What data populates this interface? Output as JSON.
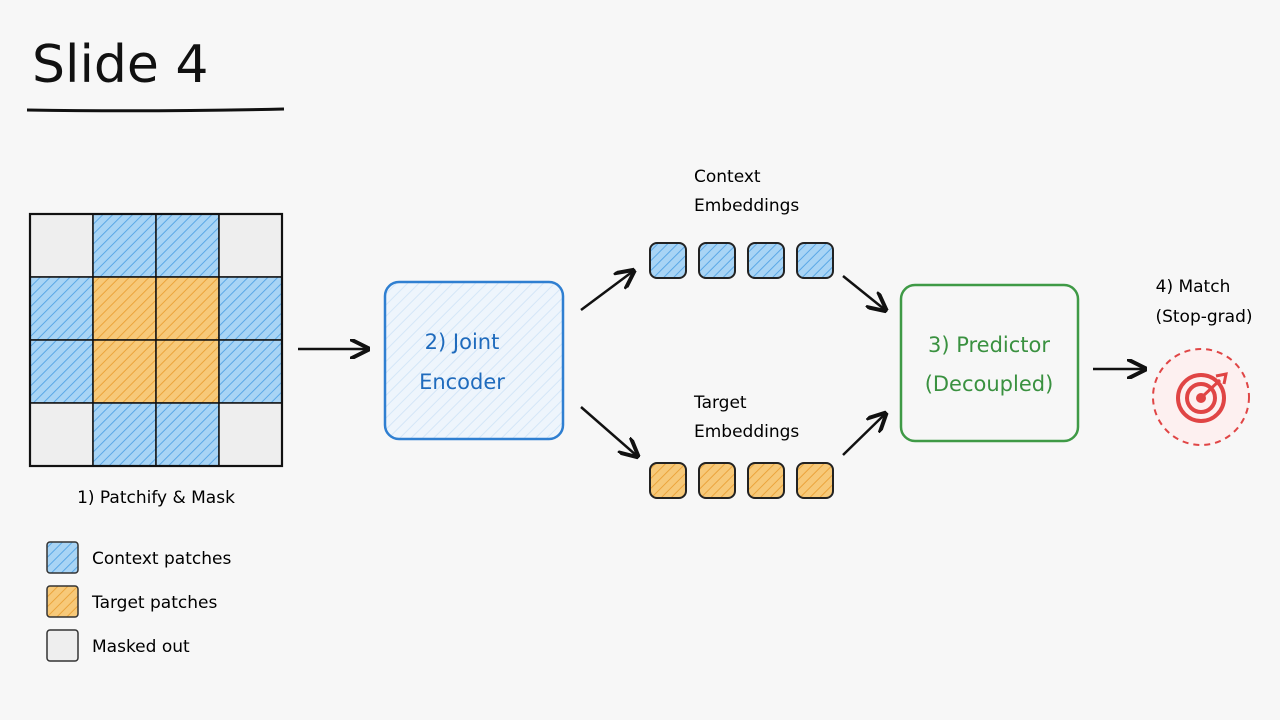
{
  "slide": {
    "title": "Slide 4"
  },
  "input": {
    "caption": "1) Patchify & Mask",
    "grid": [
      [
        "masked",
        "context",
        "context",
        "masked"
      ],
      [
        "context",
        "target",
        "target",
        "context"
      ],
      [
        "context",
        "target",
        "target",
        "context"
      ],
      [
        "masked",
        "context",
        "context",
        "masked"
      ]
    ]
  },
  "legend": {
    "items": [
      {
        "kind": "context",
        "label": "Context patches"
      },
      {
        "kind": "target",
        "label": "Target patches"
      },
      {
        "kind": "masked",
        "label": "Masked out"
      }
    ]
  },
  "encoder": {
    "line1": "2) Joint",
    "line2": "Encoder"
  },
  "context_embeddings": {
    "line1": "Context",
    "line2": "Embeddings",
    "count": 4
  },
  "target_embeddings": {
    "line1": "Target",
    "line2": "Embeddings",
    "count": 4
  },
  "predictor": {
    "line1": "3) Predictor",
    "line2": "(Decoupled)"
  },
  "match": {
    "line1": "4) Match",
    "line2": "(Stop-grad)",
    "icon": "target-icon"
  },
  "colors": {
    "context_fill": "#a8d4f5",
    "context_hatch": "#5ba8e6",
    "target_fill": "#f7c979",
    "target_hatch": "#eba43c",
    "masked_fill": "#eeeeee",
    "encoder_stroke": "#2f7fd1",
    "encoder_fill": "#e9f3fc",
    "encoder_text": "#1f6bbd",
    "predictor_stroke": "#3f9a46",
    "predictor_text": "#3a9140",
    "match_red": "#e04545"
  }
}
